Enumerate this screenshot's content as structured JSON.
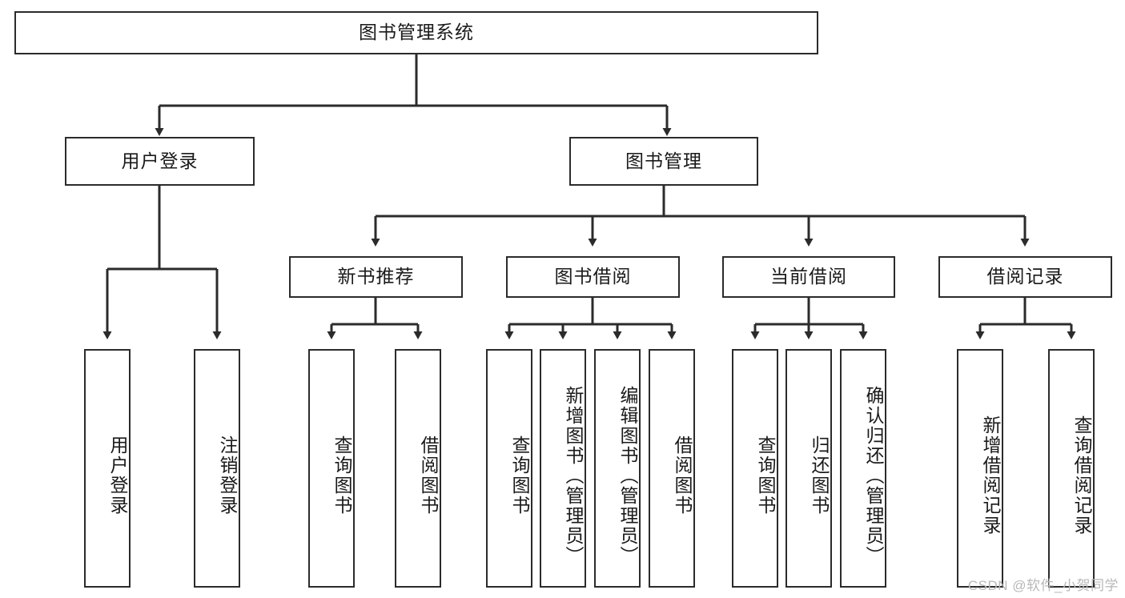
{
  "diagram": {
    "title": "图书管理系统",
    "watermark": "CSDN @软件_小贺同学",
    "colors": {
      "stroke": "#2b2b2b",
      "fill": "#ffffff",
      "text": "#1a1a1a",
      "watermark": "#b8b8b8"
    },
    "root": {
      "label": "图书管理系统"
    },
    "level2": [
      {
        "label": "用户登录"
      },
      {
        "label": "图书管理"
      }
    ],
    "level3": [
      {
        "label": "新书推荐"
      },
      {
        "label": "图书借阅"
      },
      {
        "label": "当前借阅"
      },
      {
        "label": "借阅记录"
      }
    ],
    "leaves": {
      "user_login": [
        {
          "label": "用户登录"
        },
        {
          "label": "注销登录"
        }
      ],
      "new_book_recommend": [
        {
          "label": "查询图书"
        },
        {
          "label": "借阅图书"
        }
      ],
      "book_borrow": [
        {
          "label": "查询图书"
        },
        {
          "label": "新增图书（管理员）"
        },
        {
          "label": "编辑图书（管理员）"
        },
        {
          "label": "借阅图书"
        }
      ],
      "current_borrow": [
        {
          "label": "查询图书"
        },
        {
          "label": "归还图书"
        },
        {
          "label": "确认归还（管理员）"
        }
      ],
      "borrow_record": [
        {
          "label": "新增借阅记录"
        },
        {
          "label": "查询借阅记录"
        }
      ]
    }
  }
}
